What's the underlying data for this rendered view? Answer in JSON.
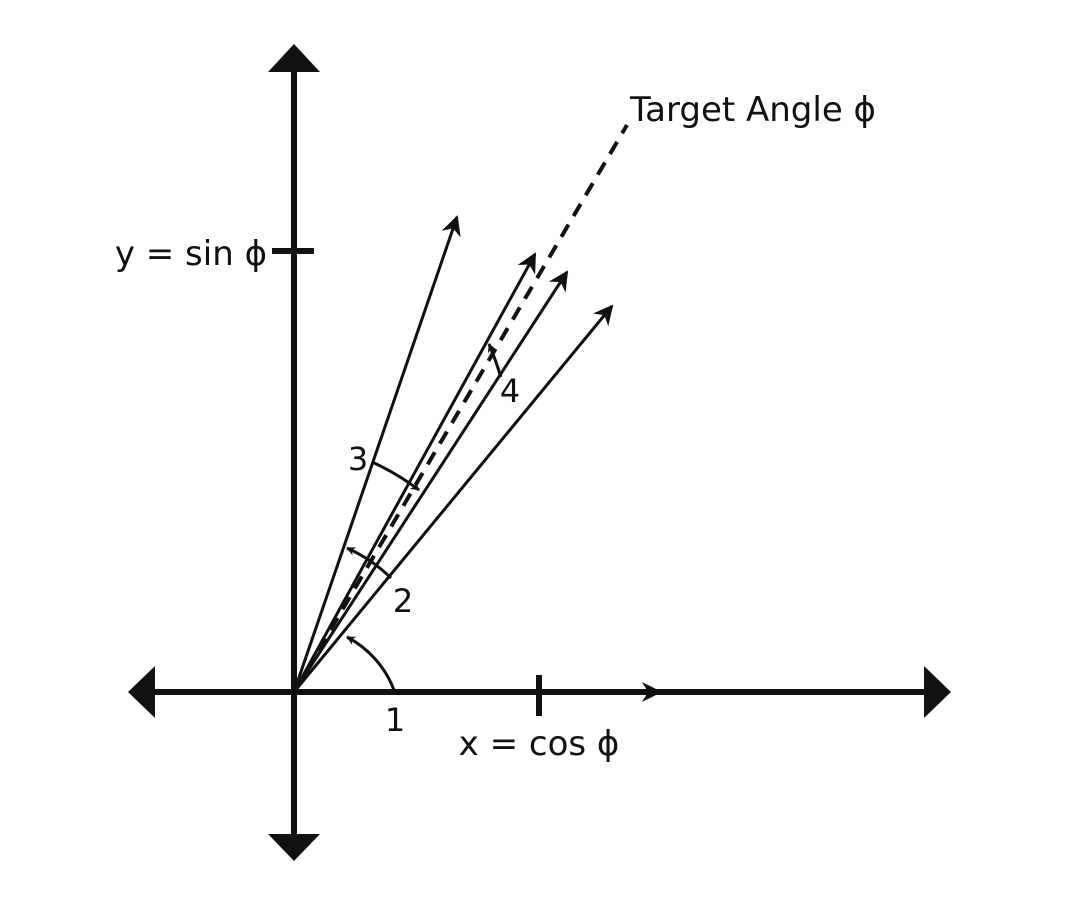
{
  "labels": {
    "target_angle": "Target Angle ϕ",
    "y_tick": "y = sin ϕ",
    "x_tick": "x = cos ϕ",
    "step1": "1",
    "step2": "2",
    "step3": "3",
    "step4": "4"
  },
  "colors": {
    "ink": "#111111",
    "background": "#ffffff"
  }
}
